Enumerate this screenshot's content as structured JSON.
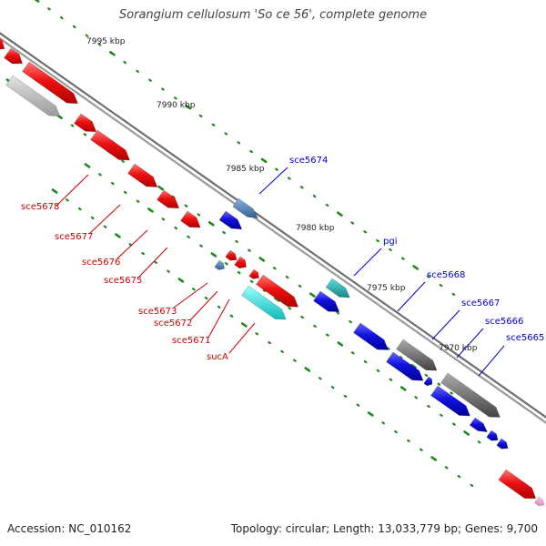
{
  "title": "Sorangium cellulosum 'So ce 56', complete genome",
  "footer": {
    "accession": "Accession: NC_010162",
    "summary": "Topology: circular; Length: 13,033,779 bp; Genes: 9,700"
  },
  "colors": {
    "forward_gene": "#ee1111",
    "reverse_gene": "#1111dd",
    "steel_gene": "#4a7fb8",
    "cyan_gene": "#22dddd",
    "teal_gene": "#22bbbb",
    "gray_gene": "#707070",
    "light_gray_gene": "#c0c0c0",
    "backbone": "#888888",
    "label_left": "#cc0000",
    "label_right": "#0000cc",
    "tick_dot": "#1a8a1a"
  },
  "scale_ticks": [
    "7995 kbp",
    "7990 kbp",
    "7985 kbp",
    "7980 kbp",
    "7975 kbp",
    "7970 kbp"
  ],
  "genes_left": [
    {
      "label": "sce5678"
    },
    {
      "label": "sce5677"
    },
    {
      "label": "sce5676"
    },
    {
      "label": "sce5675"
    },
    {
      "label": "sce5673"
    },
    {
      "label": "sce5672"
    },
    {
      "label": "sce5671"
    },
    {
      "label": "sucA"
    }
  ],
  "genes_right": [
    {
      "label": "sce5674"
    },
    {
      "label": "pgi"
    },
    {
      "label": "sce5668"
    },
    {
      "label": "sce5667"
    },
    {
      "label": "sce5666"
    },
    {
      "label": "sce5665"
    }
  ]
}
